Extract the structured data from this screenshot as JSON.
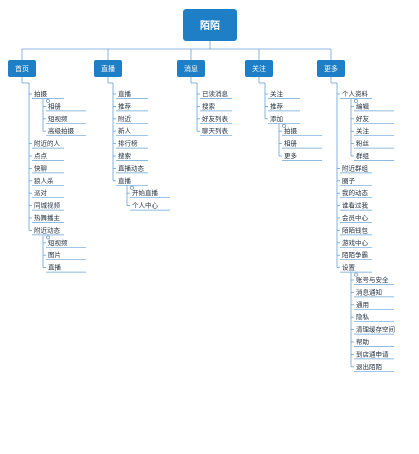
{
  "root": "陌陌",
  "columns": [
    {
      "header": "首页",
      "items": [
        {
          "label": "拍摄",
          "children": [
            "相册",
            "短视频",
            "高级拍摄"
          ]
        },
        {
          "label": "附近的人"
        },
        {
          "label": "点点"
        },
        {
          "label": "快聊"
        },
        {
          "label": "狼人杀"
        },
        {
          "label": "派对"
        },
        {
          "label": "同城视频"
        },
        {
          "label": "热舞播主"
        },
        {
          "label": "附近动态",
          "children": [
            "短视频",
            "图片",
            "直播"
          ]
        }
      ]
    },
    {
      "header": "直播",
      "items": [
        {
          "label": "直播"
        },
        {
          "label": "推荐"
        },
        {
          "label": "附近"
        },
        {
          "label": "新人"
        },
        {
          "label": "排行榜"
        },
        {
          "label": "搜索"
        },
        {
          "label": "直播动态"
        },
        {
          "label": "直播",
          "children": [
            "开始直播",
            "个人中心"
          ]
        }
      ]
    },
    {
      "header": "消息",
      "items": [
        {
          "label": "已读消息"
        },
        {
          "label": "搜索"
        },
        {
          "label": "好友列表"
        },
        {
          "label": "聊天列表"
        }
      ]
    },
    {
      "header": "关注",
      "items": [
        {
          "label": "关注"
        },
        {
          "label": "推荐"
        },
        {
          "label": "添加",
          "children": [
            "拍摄",
            "相册",
            "更多"
          ]
        }
      ]
    },
    {
      "header": "更多",
      "items": [
        {
          "label": "个人资料",
          "children": [
            "编辑",
            "好友",
            "关注",
            "粉丝",
            "群组"
          ]
        },
        {
          "label": "附近群组"
        },
        {
          "label": "圈子"
        },
        {
          "label": "我的动态"
        },
        {
          "label": "谁看过我"
        },
        {
          "label": "会员中心"
        },
        {
          "label": "陌陌钱包"
        },
        {
          "label": "游戏中心"
        },
        {
          "label": "陌陌争霸"
        },
        {
          "label": "设置",
          "children": [
            "账号与安全",
            "消息通知",
            "通用",
            "隐私",
            "清理缓存空间",
            "帮助",
            "到店通申请",
            "退出陌陌"
          ]
        }
      ]
    }
  ],
  "colors": {
    "header_fill": "#1e7fc6",
    "root_fill": "#1e7fc6",
    "line": "#6aa3d6",
    "text": "#1f2d3d"
  }
}
